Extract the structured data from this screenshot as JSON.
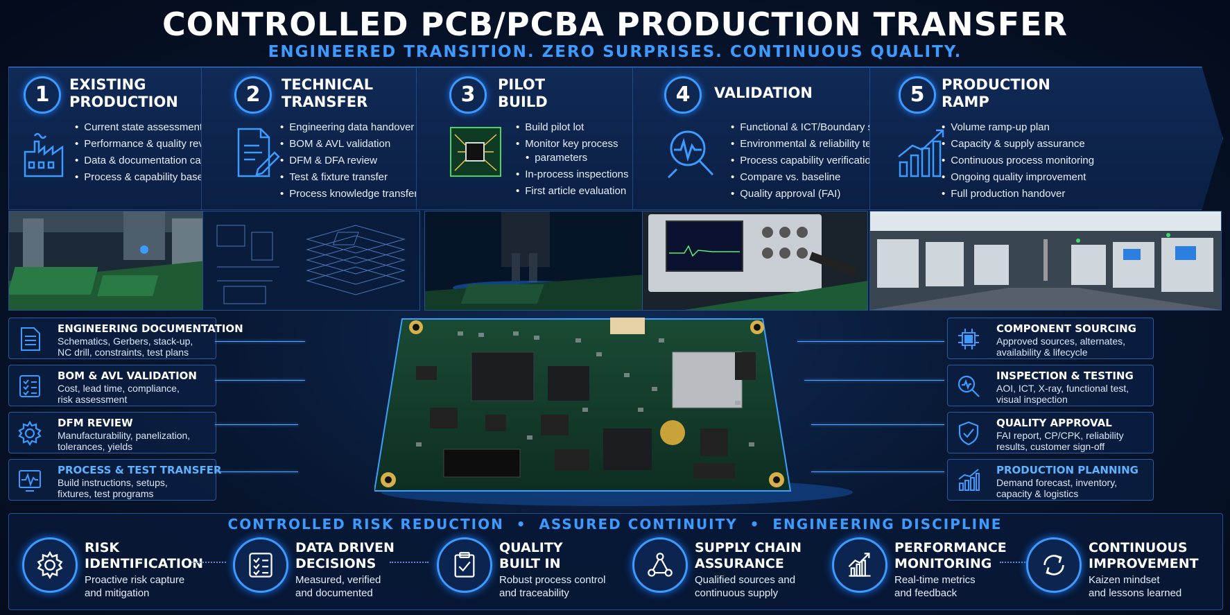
{
  "header": {
    "title": "CONTROLLED PCB/PCBA PRODUCTION TRANSFER",
    "subtitle": "ENGINEERED TRANSITION. ZERO SURPRISES. CONTINUOUS QUALITY."
  },
  "steps": [
    {
      "number": "1",
      "title": "EXISTING\nPRODUCTION",
      "icon": "factory-icon",
      "bullets": [
        "Current state assessment",
        "Performance & quality review",
        "Data & documentation capture",
        "Process & capability baseline"
      ]
    },
    {
      "number": "2",
      "title": "TECHNICAL\nTRANSFER",
      "icon": "document-edit-icon",
      "bullets": [
        "Engineering data handover",
        "BOM & AVL validation",
        "DFM & DFA review",
        "Test & fixture transfer",
        "Process knowledge transfer"
      ]
    },
    {
      "number": "3",
      "title": "PILOT\nBUILD",
      "icon": "circuit-board-icon",
      "bullets": [
        "Build pilot lot",
        "Monitor key process",
        "parameters",
        "In-process inspections",
        "First article evaluation"
      ]
    },
    {
      "number": "4",
      "title": "VALIDATION",
      "icon": "magnifier-waveform-icon",
      "bullets": [
        "Functional & ICT/Boundary scan",
        "Environmental & reliability tests",
        "Process capability verification",
        "Compare vs. baseline",
        "Quality approval (FAI)"
      ]
    },
    {
      "number": "5",
      "title": "PRODUCTION\nRAMP",
      "icon": "growth-chart-icon",
      "bullets": [
        "Volume ramp-up plan",
        "Capacity & supply assurance",
        "Continuous process monitoring",
        "Ongoing quality improvement",
        "Full production handover"
      ]
    }
  ],
  "left_boxes": [
    {
      "title": "ENGINEERING DOCUMENTATION",
      "desc": "Schematics, Gerbers, stack-up,\nNC drill, constraints, test plans",
      "icon": "document-icon"
    },
    {
      "title": "BOM & AVL VALIDATION",
      "desc": "Cost, lead time, compliance,\nrisk assessment",
      "icon": "checklist-icon"
    },
    {
      "title": "DFM REVIEW",
      "desc": "Manufacturability, panelization,\ntolerances, yields",
      "icon": "gear-icon"
    },
    {
      "title": "PROCESS & TEST TRANSFER",
      "desc": "Build instructions, setups,\nfixtures, test programs",
      "icon": "waveform-monitor-icon"
    }
  ],
  "right_boxes": [
    {
      "title": "COMPONENT SOURCING",
      "desc": "Approved sources, alternates,\navailability & lifecycle",
      "icon": "chip-icon"
    },
    {
      "title": "INSPECTION & TESTING",
      "desc": "AOI, ICT, X-ray, functional test,\nvisual inspection",
      "icon": "magnifier-icon"
    },
    {
      "title": "QUALITY APPROVAL",
      "desc": "FAI report, CP/CPK, reliability\nresults, customer sign-off",
      "icon": "shield-check-icon"
    },
    {
      "title": "PRODUCTION PLANNING",
      "desc": "Demand forecast, inventory,\ncapacity & logistics",
      "icon": "bar-chart-icon"
    }
  ],
  "bottom": {
    "tagline": "CONTROLLED RISK REDUCTION  •  ASSURED CONTINUITY  •  ENGINEERING DISCIPLINE",
    "pillars": [
      {
        "title": "RISK\nIDENTIFICATION",
        "desc": "Proactive risk capture\nand mitigation",
        "icon": "gear-icon"
      },
      {
        "title": "DATA DRIVEN\nDECISIONS",
        "desc": "Measured, verified\nand documented",
        "icon": "checklist-icon"
      },
      {
        "title": "QUALITY\nBUILT IN",
        "desc": "Robust process control\nand traceability",
        "icon": "clipboard-check-icon"
      },
      {
        "title": "SUPPLY CHAIN\nASSURANCE",
        "desc": "Qualified sources and\ncontinuous supply",
        "icon": "network-icon"
      },
      {
        "title": "PERFORMANCE\nMONITORING",
        "desc": "Real-time metrics\nand feedback",
        "icon": "performance-chart-icon"
      },
      {
        "title": "CONTINUOUS\nIMPROVEMENT",
        "desc": "Kaizen mindset\nand lessons learned",
        "icon": "cycle-arrows-icon"
      }
    ]
  },
  "colors": {
    "accent": "#3d9bff",
    "background": "#07142c",
    "panel": "#0b1f44",
    "pcb_green": "#123a2a"
  }
}
